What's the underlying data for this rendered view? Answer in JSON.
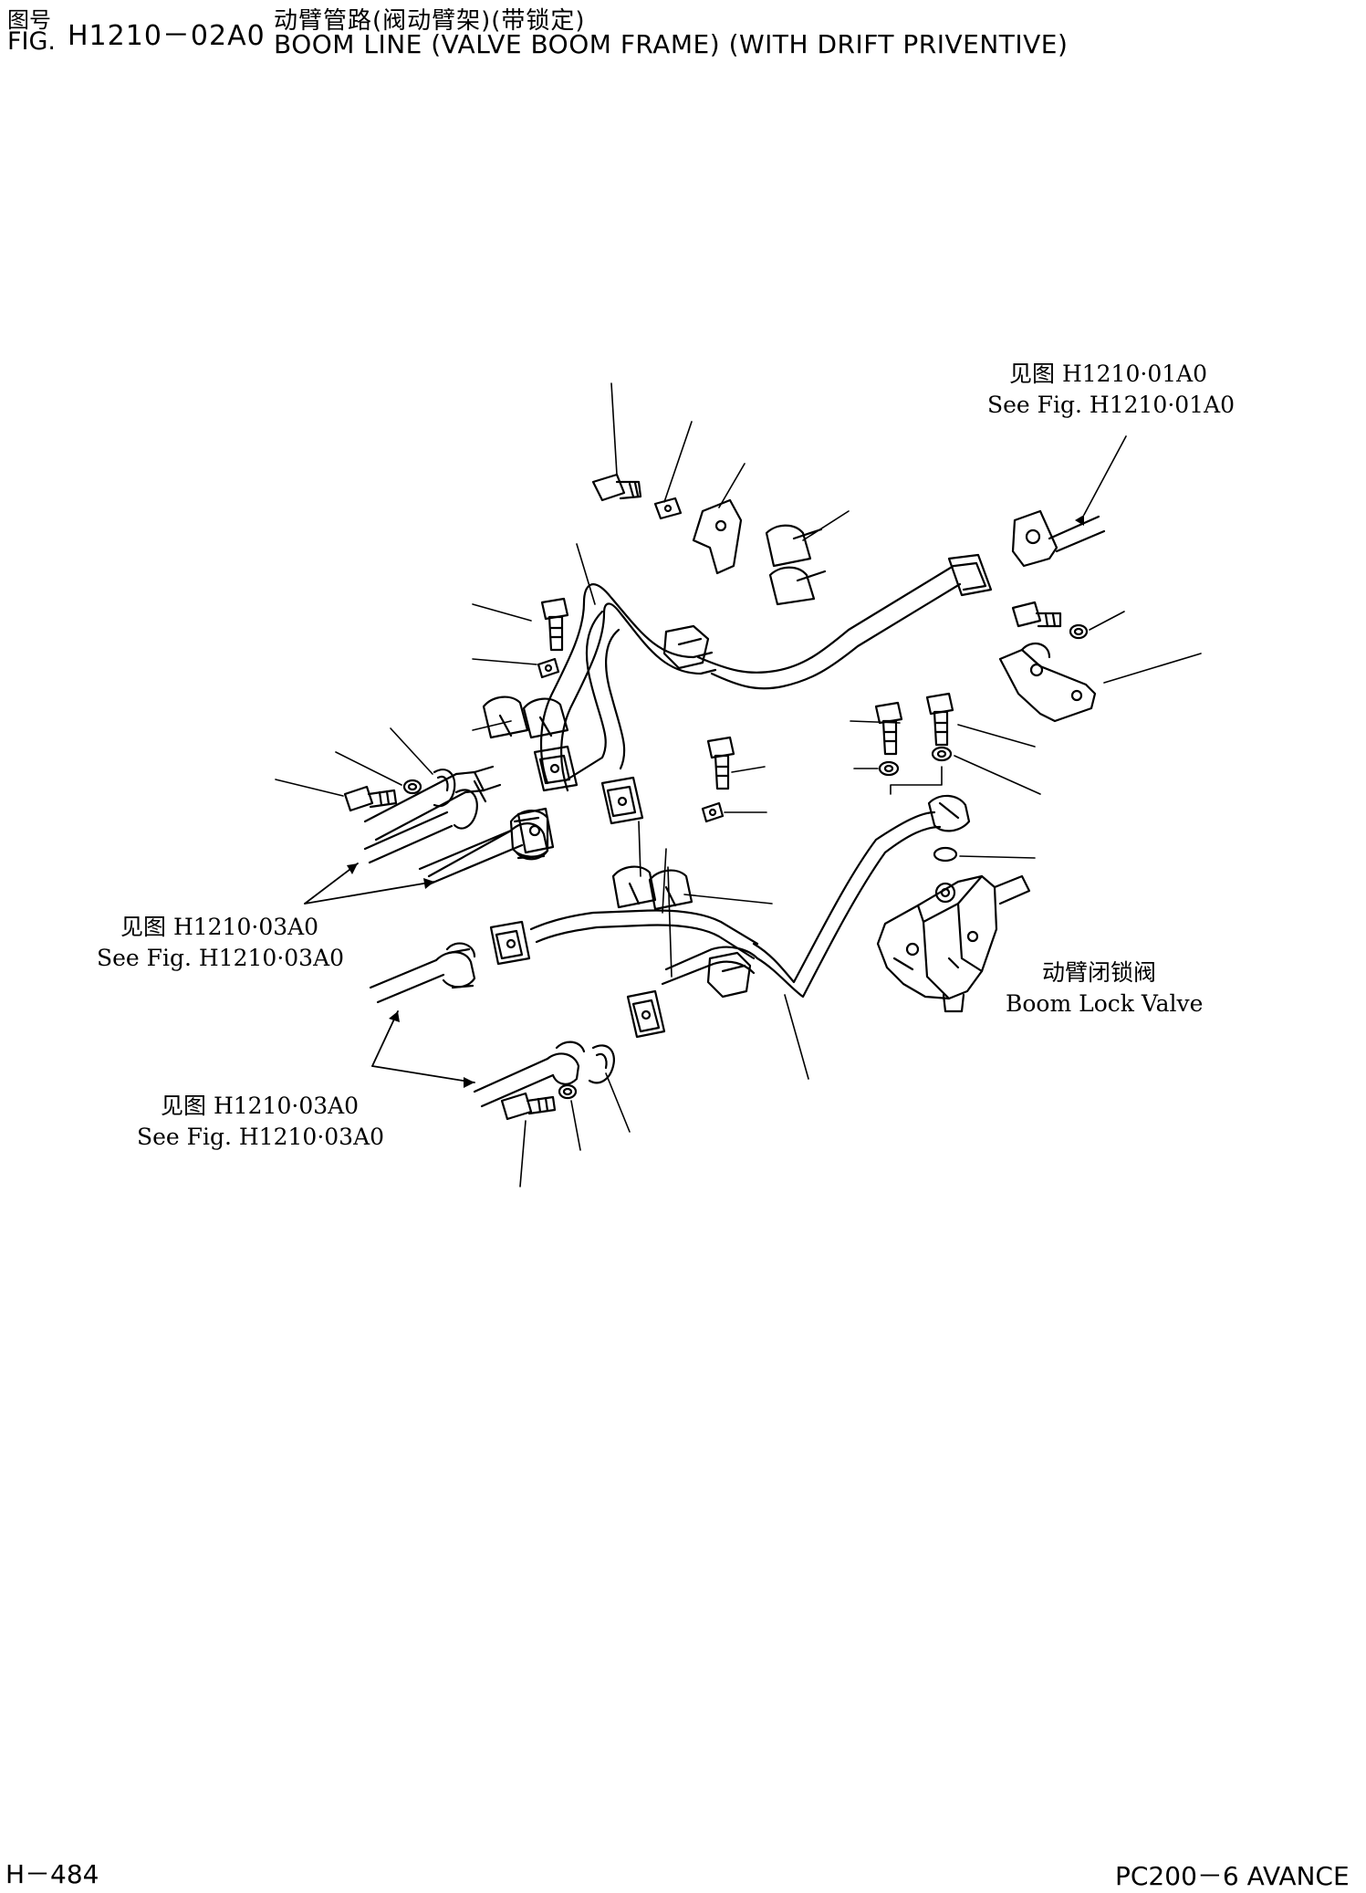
{
  "header": {
    "cn_fig_label": "图号",
    "fig_label": "FIG.",
    "fig_number": "H1210－02A0",
    "cn_title": "动臂管路(阀动臂架)(带锁定)",
    "en_title": "BOOM LINE (VALVE BOOM FRAME) (WITH DRIFT PRIVENTIVE)"
  },
  "references": [
    {
      "cn": "见图 H1210·01A0",
      "en": "See Fig. H1210·01A0"
    },
    {
      "cn": "见图 H1210·03A0",
      "en": "See Fig. H1210·03A0"
    },
    {
      "cn": "见图 H1210·03A0",
      "en": "See Fig. H1210·03A0"
    }
  ],
  "valve_label": {
    "cn": "动臂闭锁阀",
    "en": "Boom Lock Valve"
  },
  "footer": {
    "page": "H－484",
    "model": "PC200－6 AVANCE"
  },
  "colors": {
    "ink": "#000000",
    "paper": "#ffffff"
  }
}
